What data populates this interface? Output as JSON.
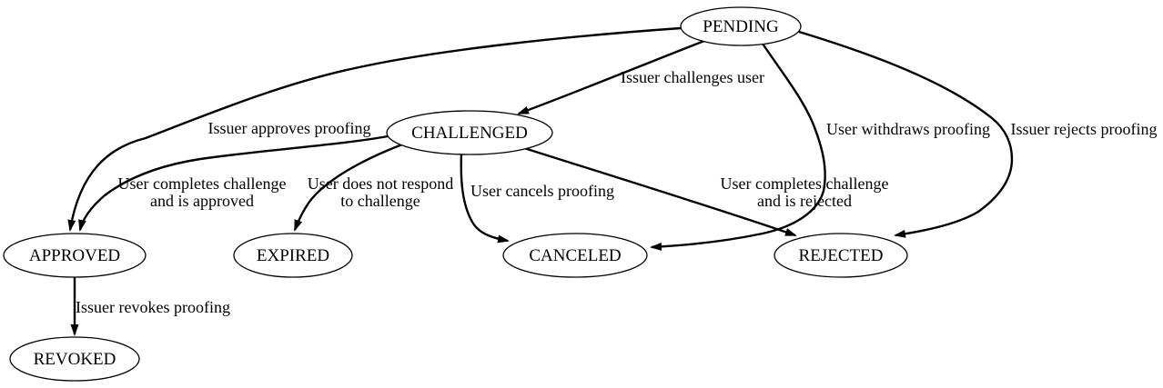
{
  "colors": {
    "background": "#ffffff",
    "node_fill": "#ffffff",
    "stroke": "#000000",
    "text": "#000000"
  },
  "nodes": {
    "pending": {
      "label": "PENDING"
    },
    "challenged": {
      "label": "CHALLENGED"
    },
    "approved": {
      "label": "APPROVED"
    },
    "expired": {
      "label": "EXPIRED"
    },
    "canceled": {
      "label": "CANCELED"
    },
    "rejected": {
      "label": "REJECTED"
    },
    "revoked": {
      "label": "REVOKED"
    }
  },
  "edges": {
    "pending_challenged": {
      "from": "PENDING",
      "to": "CHALLENGED",
      "label": [
        "Issuer challenges user"
      ]
    },
    "pending_approved": {
      "from": "PENDING",
      "to": "APPROVED",
      "label": [
        "Issuer approves proofing"
      ]
    },
    "pending_canceled": {
      "from": "PENDING",
      "to": "CANCELED",
      "label": [
        "User withdraws proofing"
      ]
    },
    "pending_rejected": {
      "from": "PENDING",
      "to": "REJECTED",
      "label": [
        "Issuer rejects proofing"
      ]
    },
    "challenged_approved": {
      "from": "CHALLENGED",
      "to": "APPROVED",
      "label": [
        "User completes challenge",
        "and is approved"
      ]
    },
    "challenged_expired": {
      "from": "CHALLENGED",
      "to": "EXPIRED",
      "label": [
        "User does not respond",
        "to challenge"
      ]
    },
    "challenged_canceled": {
      "from": "CHALLENGED",
      "to": "CANCELED",
      "label": [
        "User cancels proofing"
      ]
    },
    "challenged_rejected": {
      "from": "CHALLENGED",
      "to": "REJECTED",
      "label": [
        "User completes challenge",
        "and is rejected"
      ]
    },
    "approved_revoked": {
      "from": "APPROVED",
      "to": "REVOKED",
      "label": [
        "Issuer revokes proofing"
      ]
    }
  }
}
